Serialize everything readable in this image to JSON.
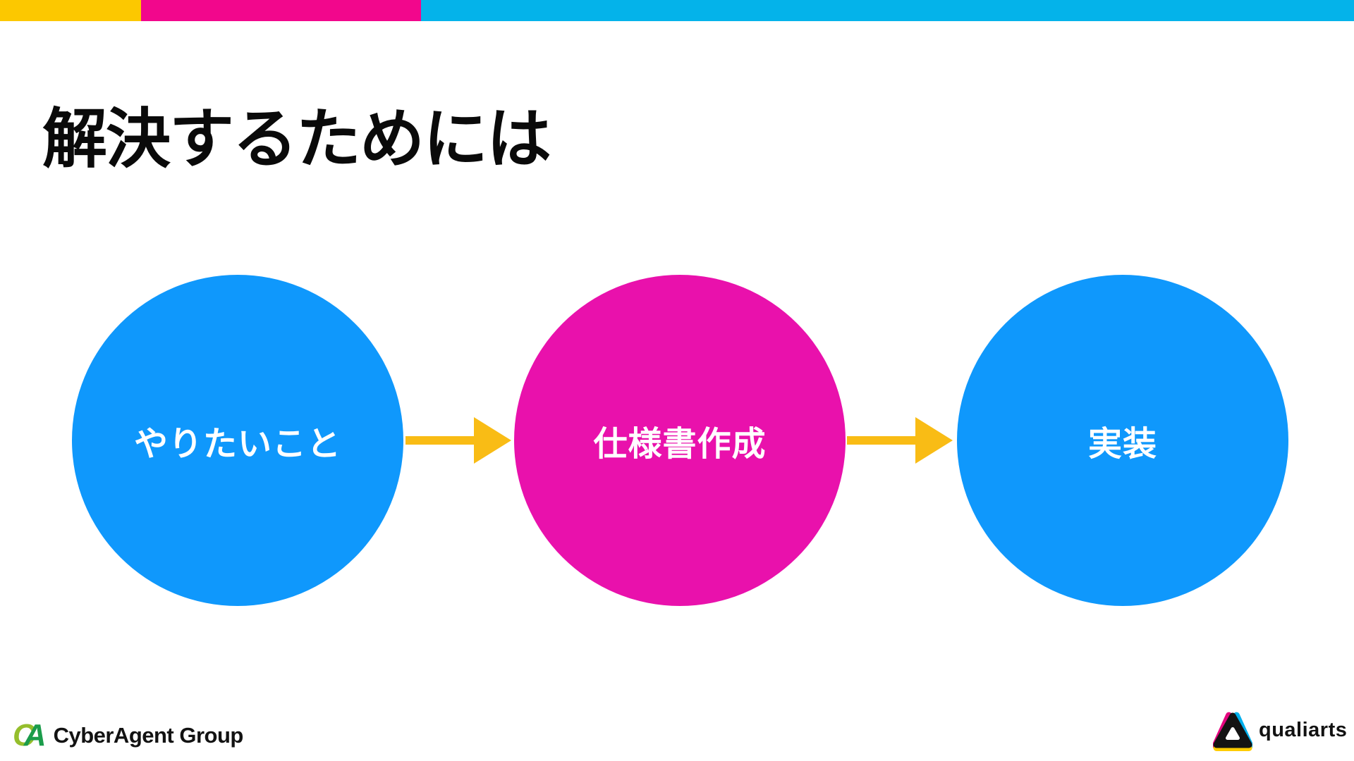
{
  "slide": {
    "title": "解決するためには"
  },
  "top_bar": {
    "segments": [
      {
        "name": "yellow",
        "color": "#FCC800"
      },
      {
        "name": "magenta",
        "color": "#F2078C"
      },
      {
        "name": "cyan",
        "color": "#04B3EA"
      }
    ]
  },
  "flow": {
    "steps": [
      {
        "label": "やりたいこと",
        "color": "#0F98FC",
        "text_color": "#FFFFFF"
      },
      {
        "label": "仕様書作成",
        "color": "#E911AC",
        "text_color": "#FFFFFF"
      },
      {
        "label": "実装",
        "color": "#0F98FC",
        "text_color": "#FFFFFF"
      }
    ],
    "arrow_color": "#F9BC15"
  },
  "footer": {
    "cyberagent": {
      "mark_letters": [
        "C",
        "A"
      ],
      "mark_colors": [
        "#95BE2C",
        "#1B9C4B"
      ],
      "name": "CyberAgent Group"
    },
    "qualiarts": {
      "name": "qualiarts",
      "mark_colors": {
        "magenta": "#E4067E",
        "cyan": "#00AFEC",
        "yellow": "#FFCC00",
        "body": "#131313",
        "inner": "#FFFFFF"
      }
    }
  }
}
